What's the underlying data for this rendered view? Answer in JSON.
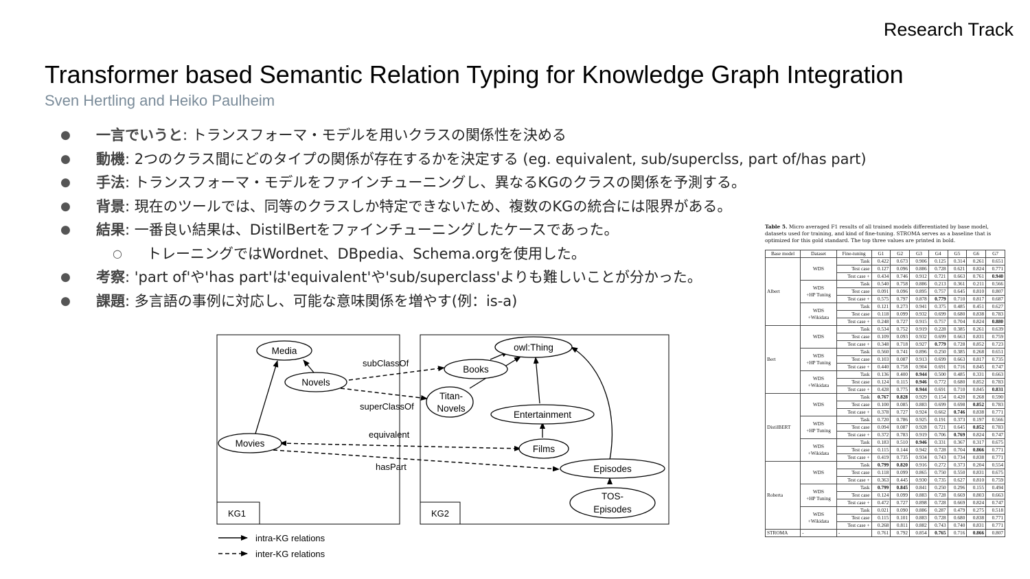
{
  "header": {
    "track": "Research Track",
    "title": "Transformer based Semantic Relation Typing for Knowledge Graph Integration",
    "authors": "Sven Hertling and Heiko Paulheim"
  },
  "bullets": [
    {
      "level": 1,
      "label": "一言でいうと",
      "sep": ": ",
      "text": "トランスフォーマ・モデルを用いクラスの関係性を決める"
    },
    {
      "level": 1,
      "label": "動機",
      "sep": ": ",
      "text": "2つのクラス間にどのタイプの関係が存在するかを決定する (eg. equivalent, sub/superclss, part of/has part)"
    },
    {
      "level": 1,
      "label": "手法",
      "sep": ": ",
      "text": "トランスフォーマ・モデルをファインチューニングし、異なるKGのクラスの関係を予測する。"
    },
    {
      "level": 1,
      "label": "背景",
      "sep": ": ",
      "text": "現在のツールでは、同等のクラスしか特定できないため、複数のKGの統合には限界がある。"
    },
    {
      "level": 1,
      "label": "結果",
      "sep": ": ",
      "text": "一番良い結果は、DistilBertをファインチューニングしたケースであった。"
    },
    {
      "level": 2,
      "label": "",
      "sep": "",
      "text": "トレーニングではWordnet、DBpedia、Schema.orgを使用した。"
    },
    {
      "level": 1,
      "label": "考察",
      "sep": ": ",
      "text": "'part of'や'has part'は'equivalent'や'sub/superclass'よりも難しいことが分かった。"
    },
    {
      "level": 1,
      "label": "課題",
      "sep": ": ",
      "text": "多言語の事例に対応し、可能な意味関係を増やす(例：is-a)"
    }
  ],
  "bullet_symbols": {
    "level1": "●",
    "level2": "○"
  },
  "diagram": {
    "kg1_label": "KG1",
    "kg2_label": "KG2",
    "nodes": {
      "media": "Media",
      "novels": "Novels",
      "movies": "Movies",
      "owl_thing": "owl:Thing",
      "books": "Books",
      "titan_novels_1": "Titan-",
      "titan_novels_2": "Novels",
      "entertainment": "Entertainment",
      "films": "Films",
      "episodes": "Episodes",
      "tos_episodes_1": "TOS-",
      "tos_episodes_2": "Episodes"
    },
    "edge_labels": {
      "subclassof": "subClassOf",
      "superclassof": "superClassOf",
      "equivalent": "equivalent",
      "haspart": "hasPart"
    },
    "legend": {
      "intra": "intra-KG relations",
      "inter": "inter-KG relations"
    }
  },
  "table": {
    "caption_label": "Table 5.",
    "caption_text": "Micro averaged F1 results of all trained models differentiated by base model, datasets used for training, and kind of fine-tuning. STROMA serves as a baseline that is optimized for this gold standard. The top three values are printed in bold.",
    "headers": [
      "Base model",
      "Dataset",
      "Fine-tuning",
      "G1",
      "G2",
      "G3",
      "G4",
      "G5",
      "G6",
      "G7"
    ],
    "dataset_labels": {
      "wds": "WDS",
      "hp_1": "WDS",
      "hp_2": "+HP Tuning",
      "wiki_1": "WDS",
      "wiki_2": "+Wikidata"
    },
    "finetune_labels": [
      "Task",
      "Test case",
      "Test case +"
    ],
    "models": [
      {
        "name": "Albert",
        "rows": [
          [
            "0.422",
            "0.673",
            "0.906",
            "0.125",
            "0.314",
            "0.261",
            "0.651"
          ],
          [
            "0.127",
            "0.096",
            "0.886",
            "0.728",
            "0.621",
            "0.824",
            "0.771"
          ],
          [
            "0.434",
            "0.746",
            "0.912",
            "0.721",
            "0.663",
            "0.761",
            "0.940"
          ],
          [
            "0.540",
            "0.758",
            "0.886",
            "0.213",
            "0.361",
            "0.211",
            "0.566"
          ],
          [
            "0.091",
            "0.096",
            "0.895",
            "0.757",
            "0.645",
            "0.810",
            "0.807"
          ],
          [
            "0.575",
            "0.797",
            "0.878",
            "0.779",
            "0.710",
            "0.817",
            "0.687"
          ],
          [
            "0.121",
            "0.273",
            "0.941",
            "0.375",
            "0.485",
            "0.451",
            "0.627"
          ],
          [
            "0.118",
            "0.099",
            "0.932",
            "0.699",
            "0.680",
            "0.838",
            "0.783"
          ],
          [
            "0.248",
            "0.727",
            "0.915",
            "0.757",
            "0.704",
            "0.824",
            "0.880"
          ]
        ]
      },
      {
        "name": "Bert",
        "rows": [
          [
            "0.534",
            "0.752",
            "0.919",
            "0.228",
            "0.385",
            "0.261",
            "0.639"
          ],
          [
            "0.109",
            "0.093",
            "0.932",
            "0.699",
            "0.663",
            "0.831",
            "0.759"
          ],
          [
            "0.348",
            "0.718",
            "0.927",
            "0.779",
            "0.728",
            "0.852",
            "0.723"
          ],
          [
            "0.560",
            "0.741",
            "0.896",
            "0.250",
            "0.385",
            "0.268",
            "0.651"
          ],
          [
            "0.103",
            "0.087",
            "0.913",
            "0.699",
            "0.663",
            "0.817",
            "0.735"
          ],
          [
            "0.440",
            "0.758",
            "0.904",
            "0.691",
            "0.716",
            "0.845",
            "0.747"
          ],
          [
            "0.136",
            "0.400",
            "0.944",
            "0.500",
            "0.485",
            "0.331",
            "0.663"
          ],
          [
            "0.124",
            "0.115",
            "0.946",
            "0.772",
            "0.680",
            "0.852",
            "0.783"
          ],
          [
            "0.428",
            "0.775",
            "0.944",
            "0.691",
            "0.710",
            "0.845",
            "0.831"
          ]
        ]
      },
      {
        "name": "DistilBERT",
        "rows": [
          [
            "0.767",
            "0.828",
            "0.929",
            "0.154",
            "0.420",
            "0.268",
            "0.590"
          ],
          [
            "0.100",
            "0.085",
            "0.883",
            "0.699",
            "0.698",
            "0.852",
            "0.783"
          ],
          [
            "0.378",
            "0.727",
            "0.924",
            "0.662",
            "0.746",
            "0.838",
            "0.771"
          ],
          [
            "0.720",
            "0.786",
            "0.925",
            "0.191",
            "0.373",
            "0.197",
            "0.566"
          ],
          [
            "0.094",
            "0.087",
            "0.928",
            "0.721",
            "0.645",
            "0.852",
            "0.783"
          ],
          [
            "0.372",
            "0.783",
            "0.919",
            "0.706",
            "0.769",
            "0.824",
            "0.747"
          ],
          [
            "0.183",
            "0.510",
            "0.946",
            "0.331",
            "0.367",
            "0.317",
            "0.675"
          ],
          [
            "0.115",
            "0.144",
            "0.942",
            "0.728",
            "0.704",
            "0.866",
            "0.771"
          ],
          [
            "0.419",
            "0.735",
            "0.934",
            "0.743",
            "0.734",
            "0.838",
            "0.771"
          ]
        ]
      },
      {
        "name": "Roberta",
        "rows": [
          [
            "0.799",
            "0.820",
            "0.916",
            "0.272",
            "0.373",
            "0.204",
            "0.554"
          ],
          [
            "0.118",
            "0.099",
            "0.865",
            "0.750",
            "0.550",
            "0.831",
            "0.675"
          ],
          [
            "0.363",
            "0.445",
            "0.930",
            "0.735",
            "0.627",
            "0.810",
            "0.759"
          ],
          [
            "0.799",
            "0.845",
            "0.841",
            "0.250",
            "0.296",
            "0.155",
            "0.494"
          ],
          [
            "0.124",
            "0.099",
            "0.883",
            "0.728",
            "0.669",
            "0.803",
            "0.663"
          ],
          [
            "0.472",
            "0.727",
            "0.898",
            "0.728",
            "0.669",
            "0.824",
            "0.747"
          ],
          [
            "0.021",
            "0.090",
            "0.886",
            "0.287",
            "0.479",
            "0.275",
            "0.518"
          ],
          [
            "0.115",
            "0.101",
            "0.883",
            "0.728",
            "0.680",
            "0.838",
            "0.771"
          ],
          [
            "0.268",
            "0.811",
            "0.882",
            "0.743",
            "0.740",
            "0.831",
            "0.771"
          ]
        ]
      }
    ],
    "bold_cells": [
      "0-2-6",
      "0-5-3",
      "0-8-6",
      "1-2-3",
      "1-6-2",
      "1-7-2",
      "1-8-2",
      "1-8-6",
      "2-0-0",
      "2-0-1",
      "2-1-5",
      "2-2-4",
      "2-4-5",
      "2-5-4",
      "2-6-2",
      "2-7-5",
      "3-0-0",
      "3-0-1",
      "3-3-0",
      "3-3-1",
      "s-3",
      "s-5"
    ],
    "stroma": {
      "name": "STROMA",
      "dataset": "-",
      "finetune": "-",
      "values": [
        "0.761",
        "0.792",
        "0.854",
        "0.765",
        "0.716",
        "0.866",
        "0.807"
      ]
    }
  }
}
